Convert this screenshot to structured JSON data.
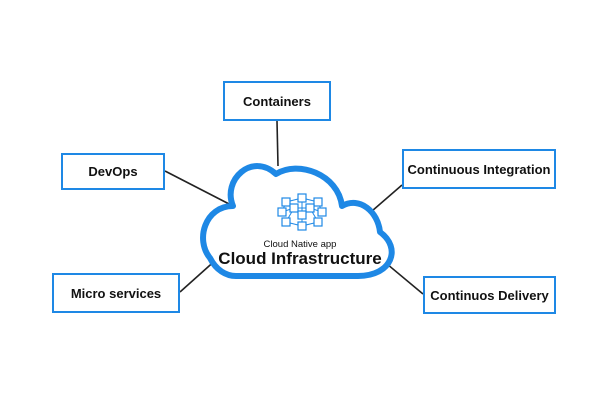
{
  "colors": {
    "accent": "#1e88e5",
    "line": "#222222",
    "text": "#111111"
  },
  "cloud": {
    "subtitle": "Cloud Native app",
    "title": "Cloud Infrastructure",
    "icon": "cube-network-icon"
  },
  "nodes": {
    "containers": "Containers",
    "devops": "DevOps",
    "continuous_integration": "Continuous Integration",
    "micro_services": "Micro services",
    "continuous_delivery": "Continuos Delivery"
  }
}
